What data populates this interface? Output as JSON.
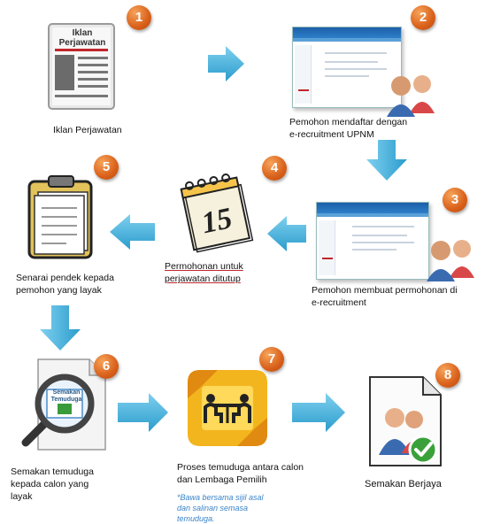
{
  "steps": [
    {
      "n": "1",
      "caption_lines": [
        "Iklan  Perjawatan"
      ],
      "icon_title": "Iklan Perjawatan"
    },
    {
      "n": "2",
      "caption_lines": [
        "Pemohon mendaftar dengan",
        "e-recruitment UPNM"
      ]
    },
    {
      "n": "3",
      "caption_lines": [
        "Pemohon membuat permohonan di",
        "e-recruitment"
      ]
    },
    {
      "n": "4",
      "caption_lines": [
        "Permohonan untuk",
        "perjawatan ditutup"
      ],
      "calendar_number": "15"
    },
    {
      "n": "5",
      "caption_lines": [
        "Senarai pendek kepada",
        "pemohon yang layak"
      ]
    },
    {
      "n": "6",
      "caption_lines": [
        "Semakan temuduga",
        "kepada calon yang",
        "layak"
      ],
      "icon_title": "Semakan Temuduga"
    },
    {
      "n": "7",
      "caption_lines": [
        "Proses temuduga antara calon",
        "dan Lembaga Pemilih"
      ],
      "note_lines": [
        "*Bawa bersama sijil asal",
        "dan salinan semasa",
        "temuduga."
      ]
    },
    {
      "n": "8",
      "caption_lines": [
        "Semakan Berjaya"
      ]
    }
  ],
  "colors": {
    "arrow": "#39a9d6",
    "badge": "#e0671f",
    "note": "#3a84c8",
    "portal_header": "#1c5fa8"
  },
  "icons": [
    "newspaper-icon",
    "users-icon",
    "calendar-icon",
    "clipboard-icon",
    "magnifier-icon",
    "meeting-icon",
    "profile-check-icon",
    "arrow-right-icon",
    "arrow-down-icon",
    "arrow-left-icon"
  ]
}
